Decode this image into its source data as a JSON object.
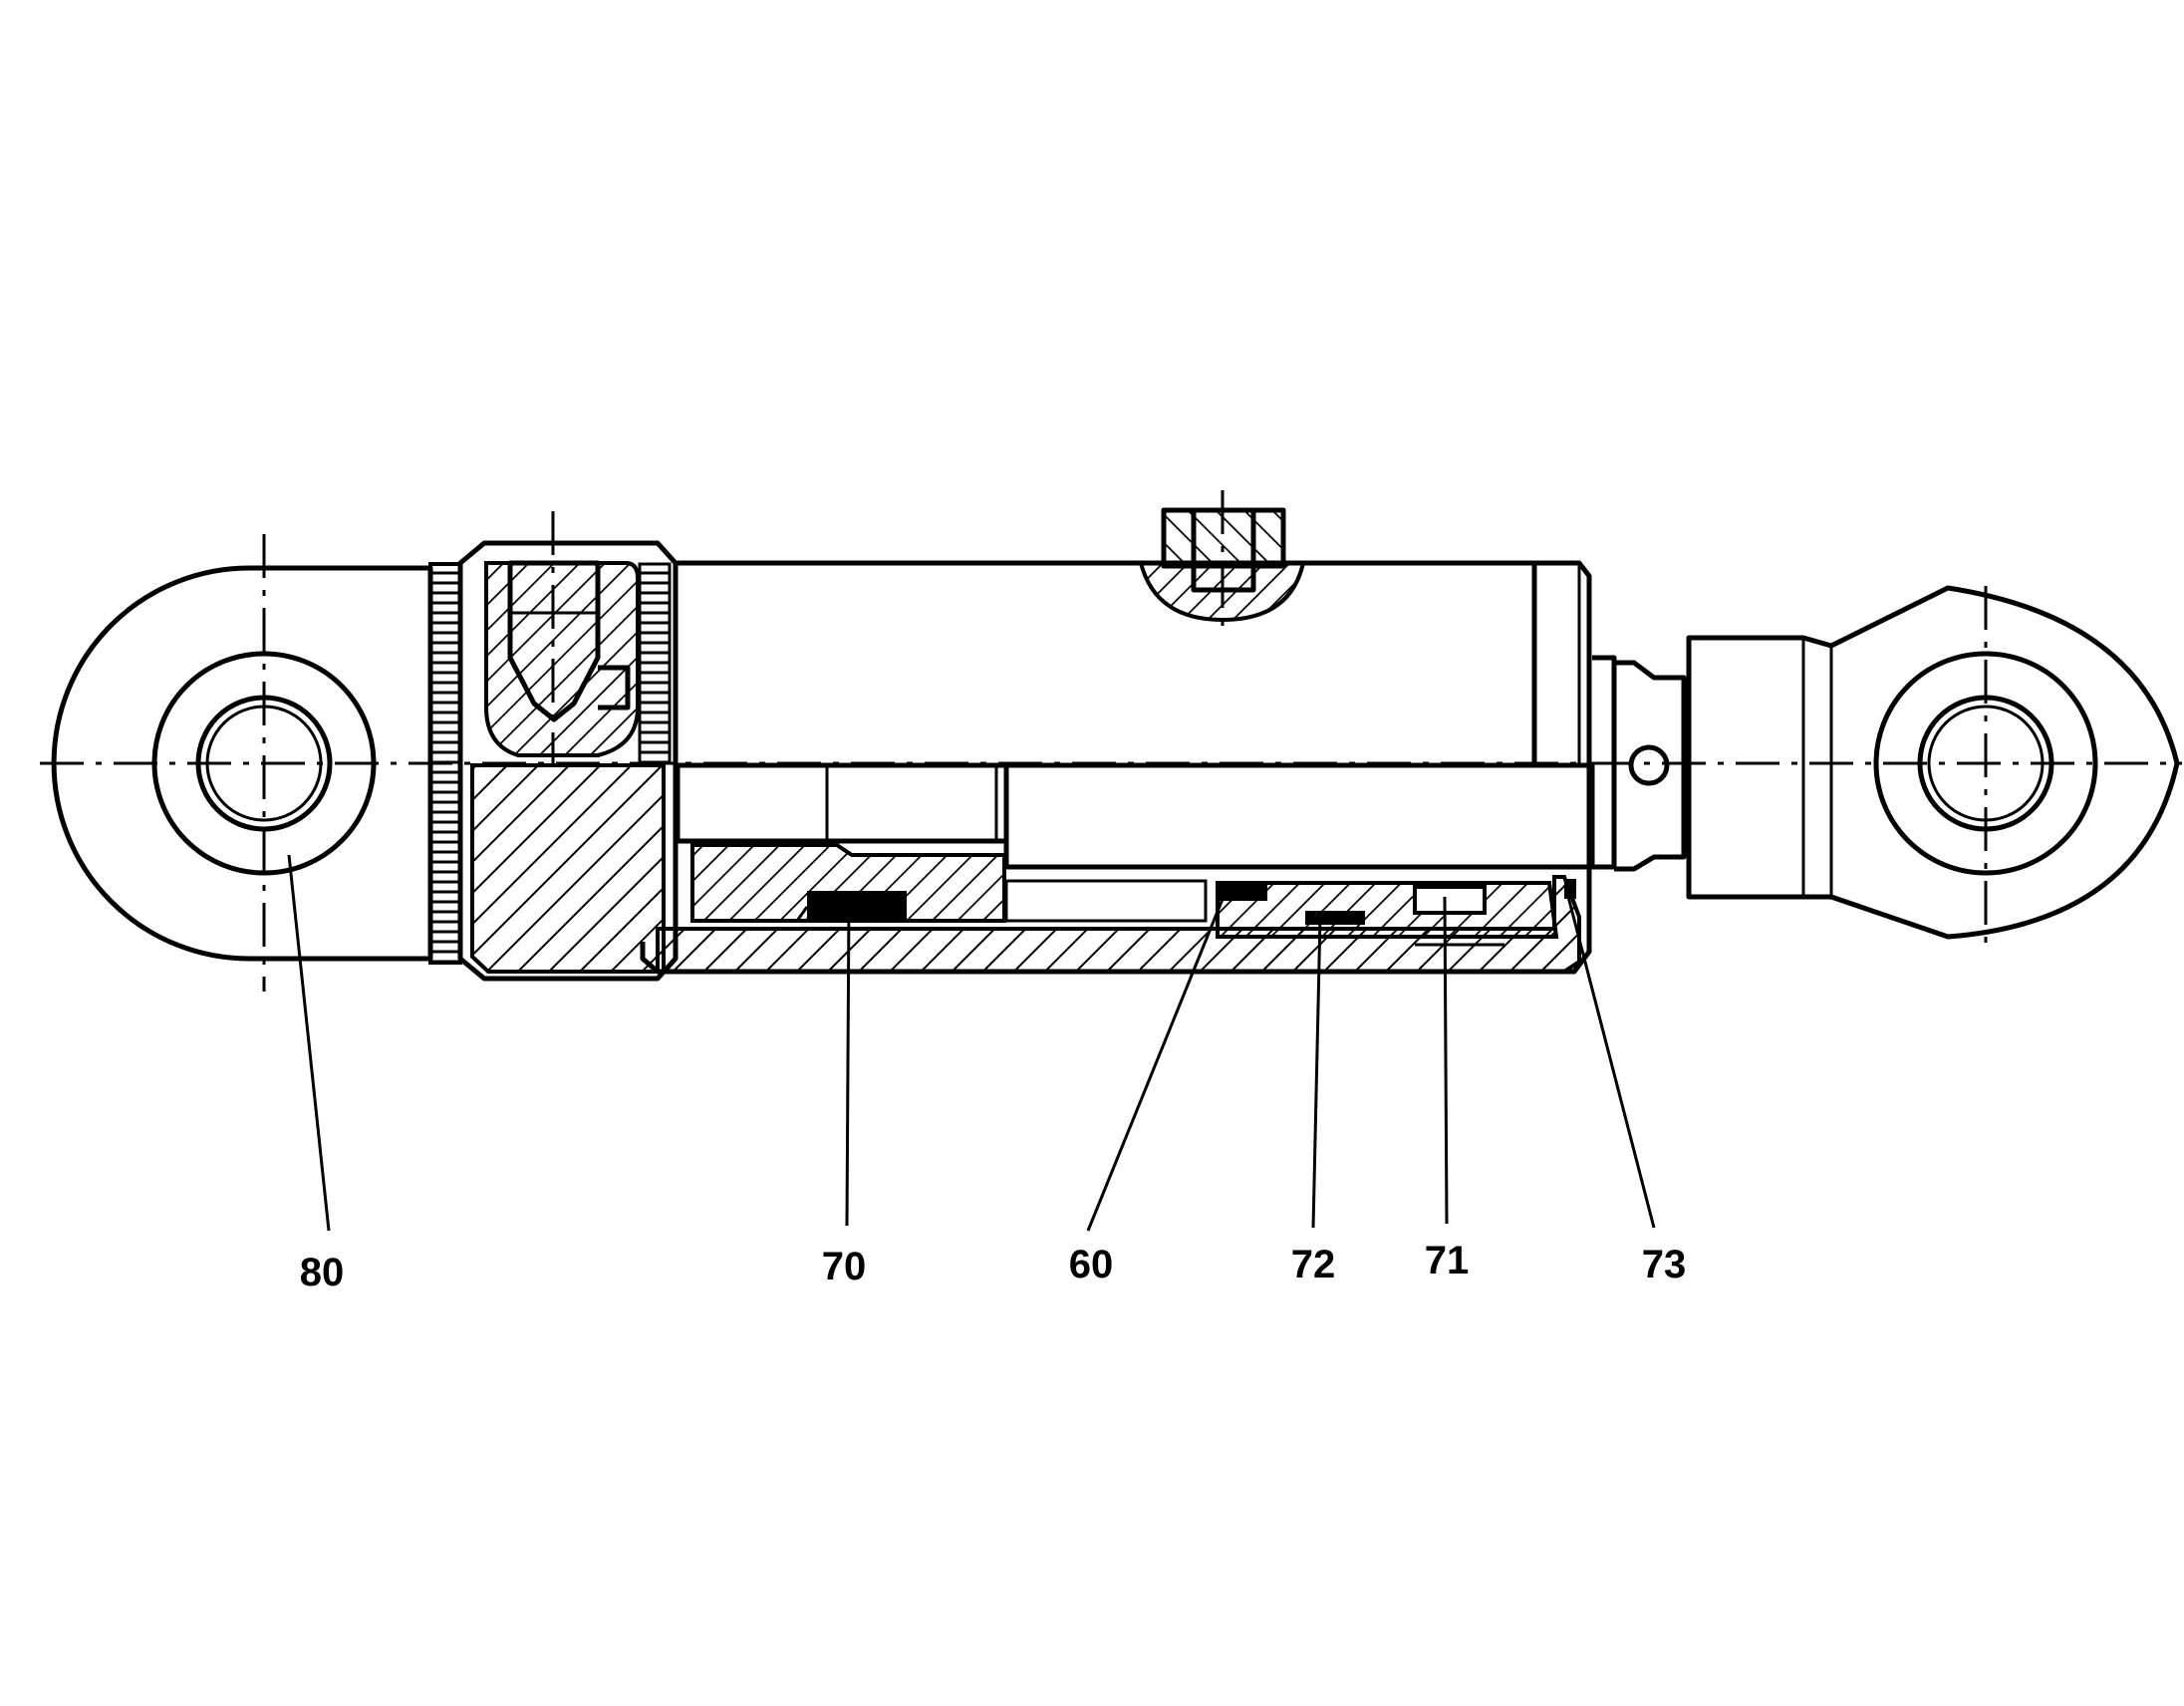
{
  "callouts": [
    {
      "id": "80",
      "text": "80"
    },
    {
      "id": "70",
      "text": "70"
    },
    {
      "id": "60",
      "text": "60"
    },
    {
      "id": "72",
      "text": "72"
    },
    {
      "id": "71",
      "text": "71"
    },
    {
      "id": "73",
      "text": "73"
    }
  ],
  "colors": {
    "ink": "#000000",
    "paper": "#ffffff"
  }
}
